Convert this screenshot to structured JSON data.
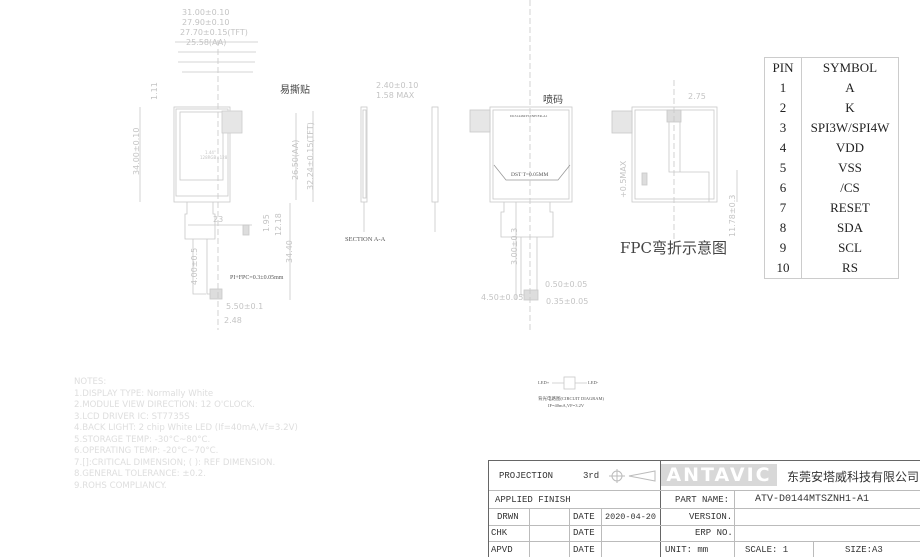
{
  "front_view": {
    "dims": [
      "31.00±0.10",
      "27.90±0.10",
      "27.70±0.15(TFT)",
      "25.58(AA)",
      "1.11",
      "34.00±0.10",
      "26.50(AA)",
      "32.24±0.15(TFT)",
      "23",
      "1.95",
      "12.18",
      "34.40",
      "4.00±0.5",
      "5.50±0.1",
      "2.48"
    ],
    "label_tape": "易撕贴",
    "fpc_note": "PI+FPC=0.3±0.05mm",
    "screen_text": [
      "1.44\"",
      "128RGB×128"
    ]
  },
  "section": {
    "dims": [
      "2.40±0.10",
      "1.58 MAX"
    ],
    "label": "SECTION A-A"
  },
  "back_view": {
    "label_code": "喷码",
    "code_text": "DLS14484TSZNH ER-A1",
    "dst": "DST T=0.05MM",
    "dims": [
      "3.00±0.3",
      "0.50±0.05",
      "4.50±0.05",
      "0.35±0.05"
    ]
  },
  "fpc_bend": {
    "dims": [
      "2.75",
      "+0.5MAX",
      "11.78±0.3"
    ],
    "title": "FPC弯折示意图"
  },
  "backlight": {
    "led_plus": "LED+",
    "led_minus": "LED-",
    "caption": "背光电路图(CIRCUIT DIAGRAM)",
    "spec": "IF=40mA,VF=3.2V"
  },
  "pin_table": {
    "headers": [
      "PIN",
      "SYMBOL"
    ],
    "rows": [
      [
        "1",
        "A"
      ],
      [
        "2",
        "K"
      ],
      [
        "3",
        "SPI3W/SPI4W"
      ],
      [
        "4",
        "VDD"
      ],
      [
        "5",
        "VSS"
      ],
      [
        "6",
        "/CS"
      ],
      [
        "7",
        "RESET"
      ],
      [
        "8",
        "SDA"
      ],
      [
        "9",
        "SCL"
      ],
      [
        "10",
        "RS"
      ]
    ]
  },
  "notes": [
    "NOTES:",
    "1.DISPLAY TYPE: Normally White",
    "2.MODULE VIEW DIRECTION: 12 O'CLOCK.",
    "3.LCD DRIVER IC: ST7735S",
    "4.BACK LIGHT: 2 chip White LED (If=40mA,Vf=3.2V)",
    "5.STORAGE TEMP: -30°C~80°C.",
    "6.OPERATING TEMP: -20°C~70°C.",
    "7.[]:CRITICAL DIMENSION; ( ): REF DIMENSION.",
    "8.GENERAL TOLERANCE: ±0.2.",
    "9.ROHS COMPLIANCY."
  ],
  "title_block": {
    "projection": "PROJECTION",
    "projection_value": "3rd",
    "applied_finish": "APPLIED FINISH",
    "drwn": "DRWN",
    "chk": "CHK",
    "apvd": "APVD",
    "date": "DATE",
    "drwn_date": "2020-04-20",
    "logo": "ANTAVIC",
    "company": "东莞安塔威科技有限公司",
    "part_name_label": "PART NAME:",
    "part_name": "ATV-D0144MTSZNH1-A1",
    "version_label": "VERSION.",
    "erp_label": "ERP NO.",
    "unit": "UNIT: mm",
    "scale": "SCALE: 1",
    "size": "SIZE:A3"
  }
}
